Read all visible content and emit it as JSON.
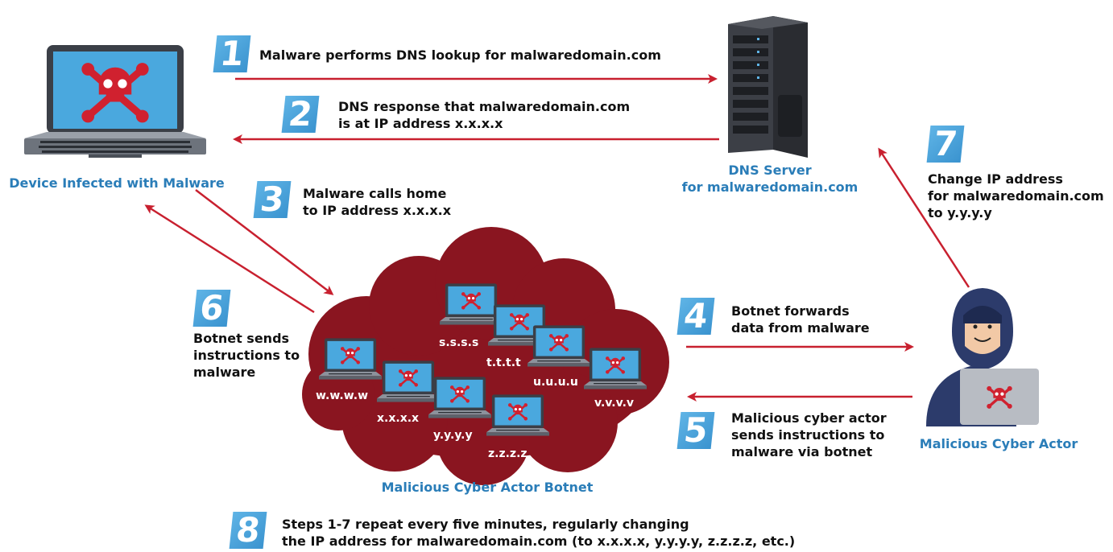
{
  "steps": [
    {
      "n": "1",
      "text": "Malware performs DNS lookup for malwaredomain.com"
    },
    {
      "n": "2",
      "text": "DNS response that malwaredomain.com\nis at IP address x.x.x.x"
    },
    {
      "n": "3",
      "text": "Malware calls home\nto IP address x.x.x.x"
    },
    {
      "n": "4",
      "text": "Botnet forwards\ndata from malware"
    },
    {
      "n": "5",
      "text": "Malicious cyber actor\nsends instructions to\nmalware via botnet"
    },
    {
      "n": "6",
      "text": "Botnet sends\ninstructions to\nmalware"
    },
    {
      "n": "7",
      "text": "Change IP address\nfor malwaredomain.com\nto y.y.y.y"
    },
    {
      "n": "8",
      "text": "Steps 1-7 repeat every five minutes, regularly changing\nthe IP address for malwaredomain.com (to x.x.x.x, y.y.y.y, z.z.z.z, etc.)"
    }
  ],
  "nodes": {
    "infected_device": "Device Infected with Malware",
    "dns_server": "DNS Server\nfor malwaredomain.com",
    "cyber_actor": "Malicious Cyber Actor",
    "botnet": "Malicious Cyber Actor Botnet"
  },
  "botnet_ips": [
    "s.s.s.s",
    "t.t.t.t",
    "u.u.u.u",
    "v.v.v.v",
    "w.w.w.w",
    "x.x.x.x",
    "y.y.y.y",
    "z.z.z.z"
  ],
  "colors": {
    "arrow": "#c8202f",
    "label": "#2a7db8",
    "number_badge": "#4aa3dc",
    "cloud": "#8a1520",
    "skull": "#d0212f",
    "screen": "#4aa8de"
  }
}
